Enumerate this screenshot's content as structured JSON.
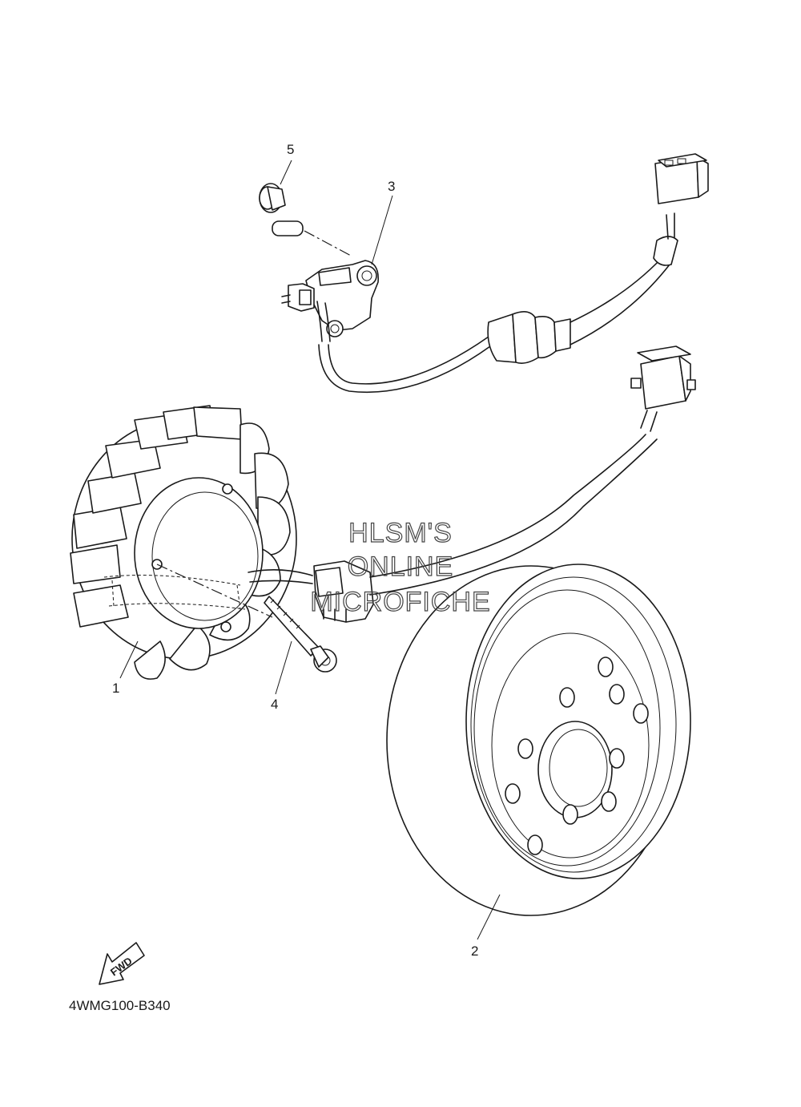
{
  "diagram": {
    "part_code": "4WMG100-B340",
    "fwd_label": "FWD",
    "watermark": [
      "HLSM'S",
      "ONLINE",
      "MICROFICHE"
    ],
    "callouts": [
      {
        "id": "1",
        "label": "1"
      },
      {
        "id": "2",
        "label": "2"
      },
      {
        "id": "3",
        "label": "3"
      },
      {
        "id": "4",
        "label": "4"
      },
      {
        "id": "5",
        "label": "5"
      }
    ]
  }
}
